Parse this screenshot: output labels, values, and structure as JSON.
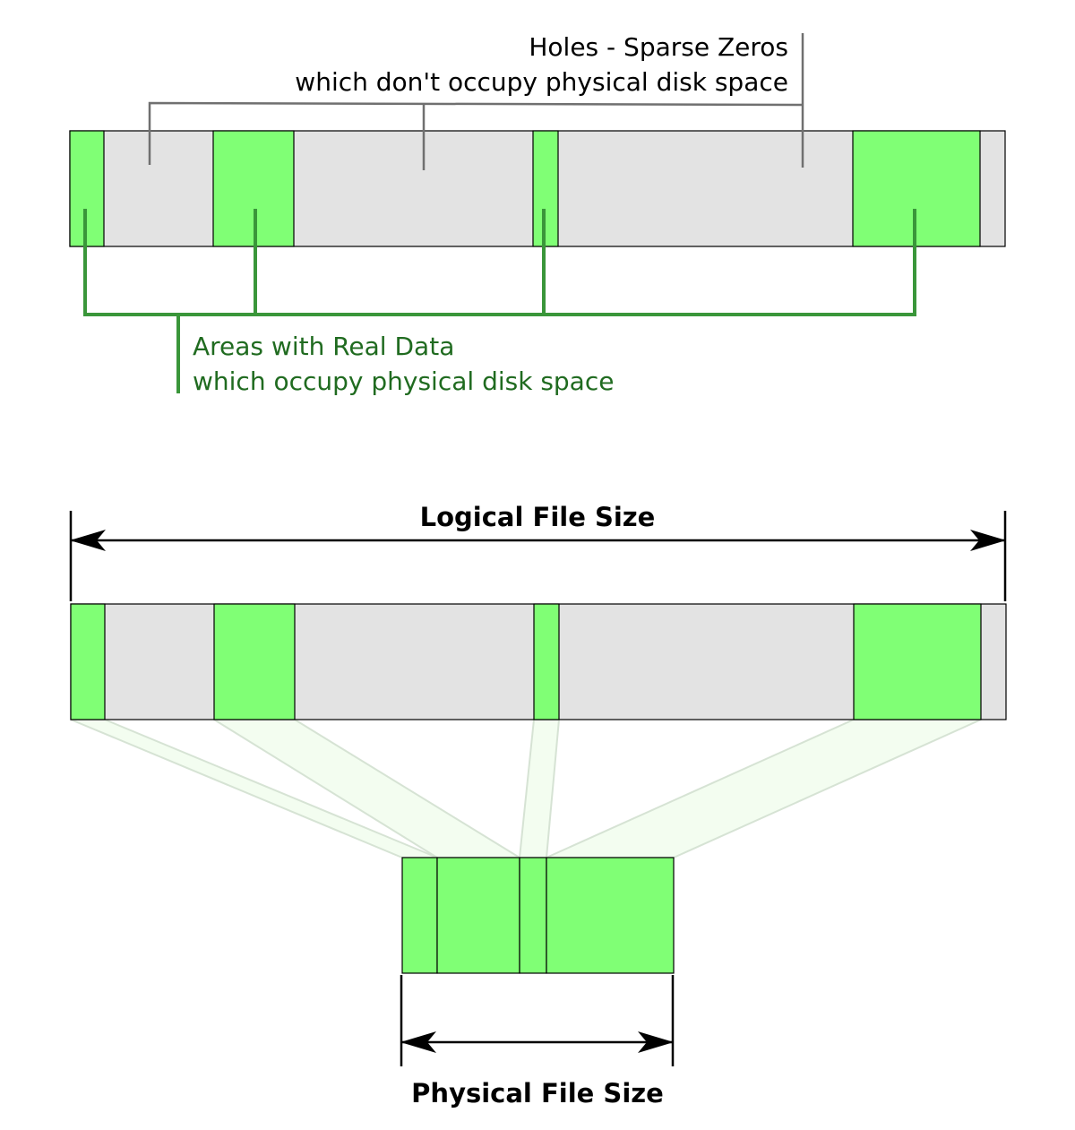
{
  "holes_label": {
    "line1": "Holes - Sparse Zeros",
    "line2": "which don't occupy physical disk space"
  },
  "data_label": {
    "line1": "Areas with Real Data",
    "line2": "which occupy physical disk space"
  },
  "logical_label": "Logical File Size",
  "physical_label": "Physical File Size",
  "colors": {
    "data": "#80ff75",
    "hole": "#e3e3e3",
    "data_callout": "#3a963a",
    "hole_callout": "#707070",
    "data_text": "#206b20"
  }
}
